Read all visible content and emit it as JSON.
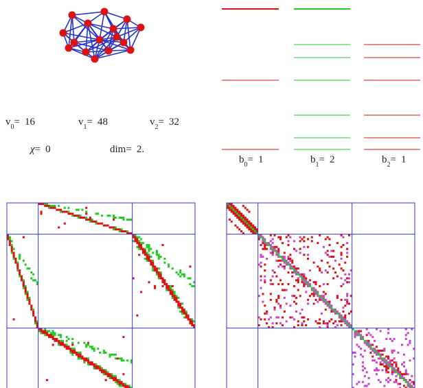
{
  "colors": {
    "background": "#ffffff",
    "grid": "#3333dd",
    "red": "#dd1111",
    "green": "#22cc22",
    "magenta": "#cc44cc",
    "graph_edge": "#2233cc",
    "graph_node": "#dd1111"
  },
  "stats": {
    "v0_label": "v",
    "v0_sub": "0",
    "v0_value": "16",
    "v1_label": "v",
    "v1_sub": "1",
    "v1_value": "48",
    "v2_label": "v",
    "v2_sub": "2",
    "v2_value": "32",
    "chi_label": "χ",
    "chi_value": "0",
    "dim_label": "dim",
    "dim_value": "2.",
    "eq": "="
  },
  "betti": {
    "b0_label": "b",
    "b0_sub": "0",
    "b0_value": "1",
    "b1_label": "b",
    "b1_sub": "1",
    "b1_value": "2",
    "b2_label": "b",
    "b2_sub": "2",
    "b2_value": "1"
  },
  "graph": {
    "name": "complex-graph",
    "node_color": "red",
    "edge_color": "blue"
  },
  "matrices": {
    "left": {
      "name": "dirac-matrix",
      "block_sizes": [
        16,
        48,
        32
      ],
      "dot_colors": [
        "red",
        "green"
      ]
    },
    "right": {
      "name": "laplacian-matrix",
      "block_sizes": [
        16,
        48,
        32
      ],
      "dot_colors": [
        "red",
        "magenta",
        "green"
      ]
    }
  }
}
